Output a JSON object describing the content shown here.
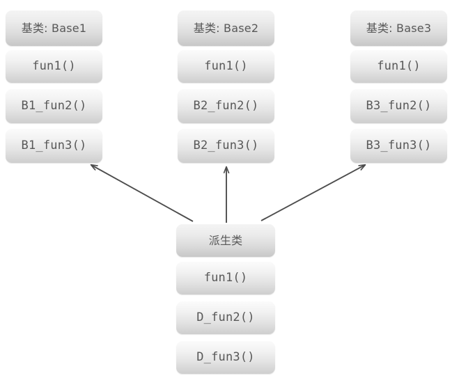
{
  "diagram": {
    "title": "C++ multiple inheritance class diagram",
    "text_color": "#585858",
    "arrow_color": "#4d4d4d",
    "box_gradient_top": "#fbfbfb",
    "box_gradient_bottom": "#cecece",
    "background": "#ffffff"
  },
  "base_classes": [
    {
      "id": "base1",
      "header": "基类: Base1",
      "members": [
        "fun1()",
        "B1_fun2()",
        "B1_fun3()"
      ]
    },
    {
      "id": "base2",
      "header": "基类: Base2",
      "members": [
        "fun1()",
        "B2_fun2()",
        "B2_fun3()"
      ]
    },
    {
      "id": "base3",
      "header": "基类: Base3",
      "members": [
        "fun1()",
        "B3_fun2()",
        "B3_fun3()"
      ]
    }
  ],
  "derived_class": {
    "id": "derived",
    "header": "派生类",
    "members": [
      "fun1()",
      "D_fun2()",
      "D_fun3()"
    ]
  },
  "arrows": [
    {
      "id": "derived-to-base1",
      "from": "derived",
      "to": "base1",
      "direction": "up-left"
    },
    {
      "id": "derived-to-base2",
      "from": "derived",
      "to": "base2",
      "direction": "up"
    },
    {
      "id": "derived-to-base3",
      "from": "derived",
      "to": "base3",
      "direction": "up-right"
    }
  ]
}
